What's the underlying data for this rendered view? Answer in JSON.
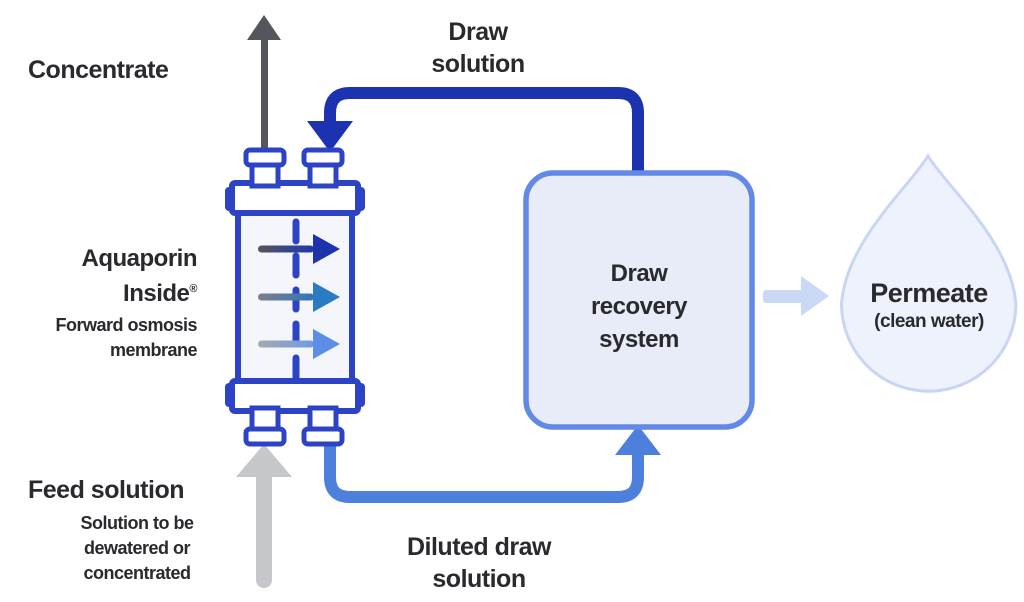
{
  "labels": {
    "concentrate": "Concentrate",
    "draw_solution": {
      "line1": "Draw",
      "line2": "solution"
    },
    "membrane": {
      "brand_line1": "Aquaporin",
      "brand_line2": "Inside",
      "registered_mark": "®",
      "type_line1": "Forward osmosis",
      "type_line2": "membrane"
    },
    "feed": {
      "title": "Feed solution",
      "sub_line1": "Solution to be",
      "sub_line2": "dewatered or",
      "sub_line3": "concentrated"
    },
    "diluted_draw": {
      "line1": "Diluted draw",
      "line2": "solution"
    },
    "recovery_box": {
      "line1": "Draw",
      "line2": "recovery",
      "line3": "system"
    },
    "permeate": {
      "title": "Permeate",
      "subtitle": "(clean water)"
    }
  },
  "colors": {
    "text": "#29292E",
    "draw_pipe": "#1D32B0",
    "diluted_pipe": "#4C80DC",
    "module_outline": "#2B43C4",
    "module_fill": "#F4F6FC",
    "recovery_box_fill": "#E8EBF8",
    "recovery_box_border": "#6189E5",
    "drop_fill": "#EEF2FC",
    "drop_border": "#C9D6F2",
    "permeate_arrow": "#C9D8F5",
    "feed_arrow": "#C6C7CB",
    "concentrate_arrow": "#55565B",
    "membrane_arrow_head_1": "#1C33AC",
    "membrane_arrow_head_2": "#2B7BC2",
    "membrane_arrow_head_3": "#5C8EE8"
  }
}
